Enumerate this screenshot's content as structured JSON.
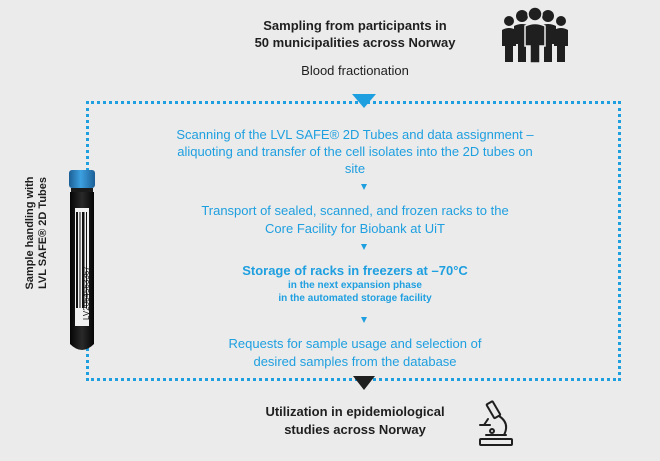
{
  "header": {
    "title_line1": "Sampling from participants in",
    "title_line2": "50 municipalities across Norway",
    "subtitle": "Blood fractionation"
  },
  "steps": {
    "scanning_line1": "Scanning of the LVL SAFE® 2D Tubes and data assignment –",
    "scanning_line2": "aliquoting and transfer of the cell isolates into the 2D tubes on",
    "scanning_line3": "site",
    "transport_line1": "Transport of sealed, scanned, and frozen racks to the",
    "transport_line2": "Core Facility for Biobank at UiT",
    "storage_title": "Storage of racks in freezers at –70°C",
    "storage_sub1": "in the next expansion phase",
    "storage_sub2": "in the automated storage facility",
    "requests_line1": "Requests for sample usage and selection of",
    "requests_line2": "desired samples from the database"
  },
  "footer": {
    "line1": "Utilization in epidemiological",
    "line2": "studies across Norway"
  },
  "side_label": {
    "line1": "Sample handling with",
    "line2": "LVL SAFE® 2D Tubes"
  },
  "tube": {
    "code": "LV2064563367"
  },
  "icons": {
    "people": "people-group-icon",
    "microscope": "microscope-icon",
    "tube": "sample-tube-icon"
  },
  "colors": {
    "accent": "#1e9fe0",
    "text": "#1f1f1f",
    "background": "#ebebeb"
  }
}
